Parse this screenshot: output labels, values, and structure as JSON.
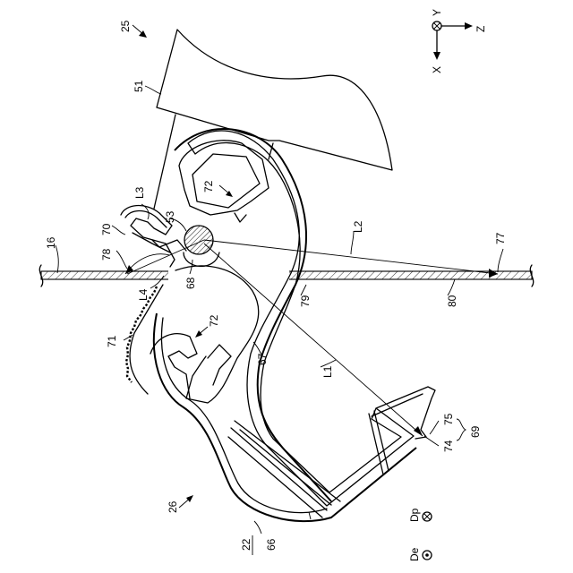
{
  "axes": {
    "y": "Y",
    "z": "Z",
    "x": "X"
  },
  "refs": {
    "r25": "25",
    "r51": "51",
    "r72a": "72",
    "r53": "53",
    "rL3": "L3",
    "r70": "70",
    "r16": "16",
    "r78": "78",
    "rL4": "L4",
    "r68": "68",
    "rL2": "L2",
    "r77": "77",
    "r79": "79",
    "r80": "80",
    "r71": "71",
    "r72b": "72",
    "r67": "67",
    "rL1": "L1",
    "r75": "75",
    "r69": "69",
    "r74": "74",
    "r26": "26",
    "r22": "22",
    "r66": "66",
    "rDp": "Dp",
    "rDe": "De"
  }
}
